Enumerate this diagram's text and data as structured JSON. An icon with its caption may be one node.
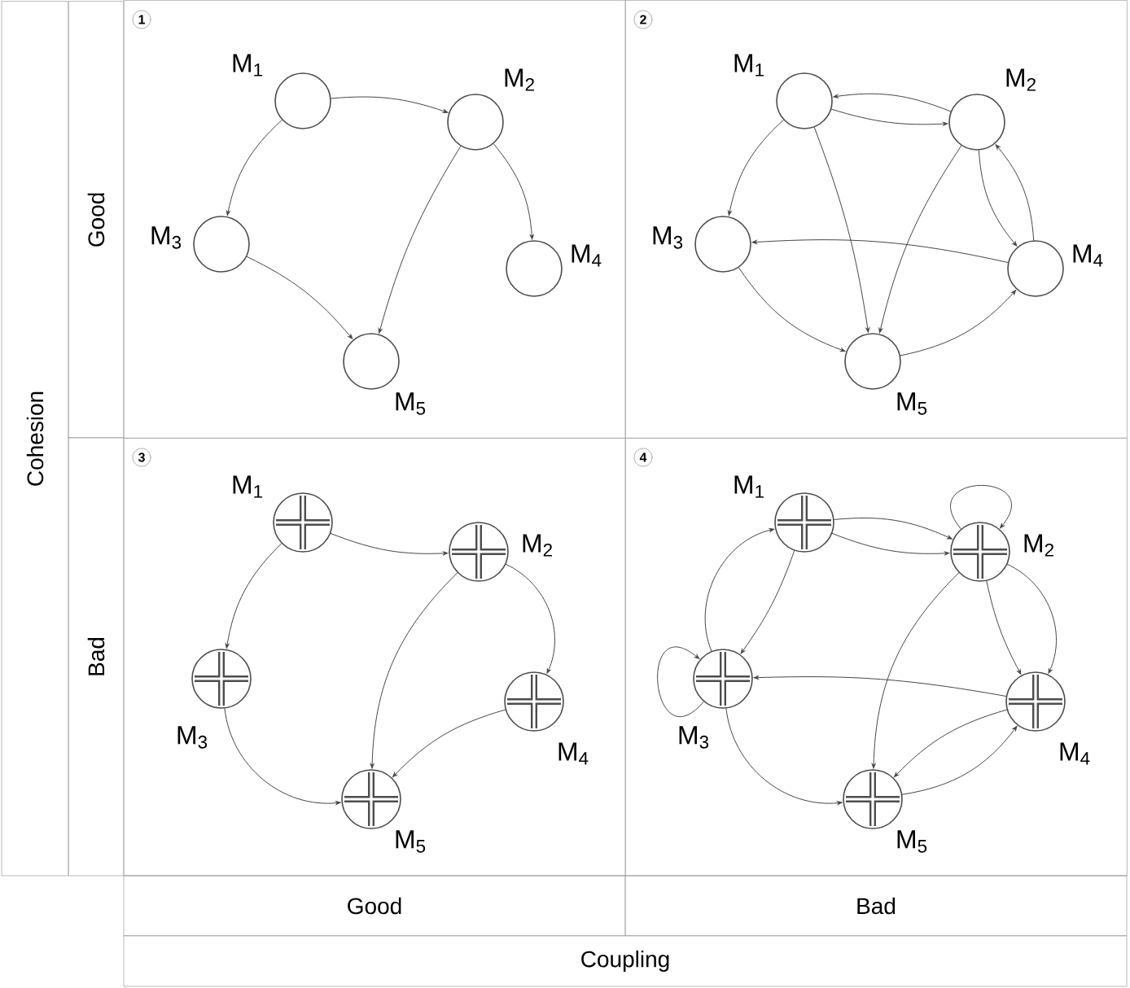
{
  "diagram": {
    "nodes": [
      {
        "text": [
          "1"
        ]
      },
      {
        "text": [
          "M$_{1}$"
        ],
        "in": 0
      },
      {
        "text": [
          "M$_{2}$"
        ],
        "in": 0
      },
      {
        "text": [
          "M$_{3}$"
        ],
        "in": 0
      },
      {
        "text": [
          "M$_{4}$"
        ],
        "in": 0
      },
      {
        "text": [
          "M$_{5}$"
        ],
        "in": 0
      },
      {
        "text": [
          "2"
        ]
      },
      {
        "text": [
          "M$_{1}$"
        ],
        "in": 6
      },
      {
        "text": [
          "M$_{2}$"
        ],
        "in": 6
      },
      {
        "text": [
          "M$_{3}$"
        ],
        "in": 6
      },
      {
        "text": [
          "M$_{4}$"
        ],
        "in": 6
      },
      {
        "text": [
          "M$_{5}$"
        ],
        "in": 6
      },
      {
        "text": [
          "3"
        ]
      },
      {
        "text": [
          "M$_{1}$"
        ],
        "in": 12
      },
      {
        "text": [
          "M$_{2}$"
        ],
        "in": 12
      },
      {
        "text": [
          "M$_{3}$"
        ],
        "in": 12
      },
      {
        "text": [
          "M$_{4}$"
        ],
        "in": 12
      },
      {
        "text": [
          "M$_{5}$"
        ],
        "in": 12
      },
      {
        "text": [
          "4"
        ]
      },
      {
        "text": [
          "M$_{1}$"
        ],
        "in": 18
      },
      {
        "text": [
          "M$_{2}$"
        ],
        "in": 18
      },
      {
        "text": [
          "M$_{3}$"
        ],
        "in": 18
      },
      {
        "text": [
          "M$_{4}$"
        ],
        "in": 18
      },
      {
        "text": [
          "M$_{5}$"
        ],
        "in": 18
      }
    ],
    "edges": [
      {
        "from": 1,
        "to": 2,
        "arrow": "to"
      },
      {
        "from": 1,
        "to": 3,
        "arrow": "to"
      },
      {
        "from": 2,
        "to": 5,
        "arrow": "to"
      },
      {
        "from": 2,
        "to": 4,
        "arrow": "to"
      },
      {
        "from": 3,
        "to": 5,
        "arrow": "to"
      },
      {
        "from": 8,
        "to": 7,
        "arrow": "to"
      },
      {
        "from": 7,
        "to": 8,
        "arrow": "to"
      },
      {
        "from": 7,
        "to": 9,
        "arrow": "to"
      },
      {
        "from": 7,
        "to": 11,
        "arrow": "to"
      },
      {
        "from": 8,
        "to": 11,
        "arrow": "to"
      },
      {
        "from": 8,
        "to": 10,
        "arrow": "to"
      },
      {
        "from": 10,
        "to": 8,
        "arrow": "to"
      },
      {
        "from": 10,
        "to": 9,
        "arrow": "to"
      },
      {
        "from": 9,
        "to": 11,
        "arrow": "to"
      },
      {
        "from": 11,
        "to": 10,
        "arrow": "to"
      },
      {
        "from": 13,
        "to": 14,
        "arrow": "to"
      },
      {
        "from": 13,
        "to": 15,
        "arrow": "to"
      },
      {
        "from": 14,
        "to": 17,
        "arrow": "to"
      },
      {
        "from": 14,
        "to": 16,
        "arrow": "to"
      },
      {
        "from": 16,
        "to": 17,
        "arrow": "to"
      },
      {
        "from": 15,
        "to": 17,
        "arrow": "to"
      },
      {
        "from": 19,
        "to": 20,
        "arrow": "to"
      },
      {
        "from": 19,
        "to": 20,
        "arrow": "to"
      },
      {
        "from": 21,
        "to": 19,
        "arrow": "to"
      },
      {
        "from": 19,
        "to": 21,
        "arrow": "to"
      },
      {
        "from": 20,
        "to": 20,
        "arrow": "to"
      },
      {
        "from": 21,
        "to": 21,
        "arrow": "to"
      },
      {
        "from": 22,
        "to": 21,
        "arrow": "to"
      },
      {
        "from": 20,
        "to": 22,
        "arrow": "to"
      },
      {
        "from": 20,
        "to": 22,
        "arrow": "to"
      },
      {
        "from": 20,
        "to": 23,
        "arrow": "to"
      },
      {
        "from": 21,
        "to": 23,
        "arrow": "to"
      },
      {
        "from": 22,
        "to": 23,
        "arrow": "to"
      },
      {
        "from": 23,
        "to": 22,
        "arrow": "to"
      }
    ],
    "labels": [
      "Cohesion",
      "Good",
      "Bad",
      "Good",
      "Bad",
      "Coupling"
    ]
  }
}
